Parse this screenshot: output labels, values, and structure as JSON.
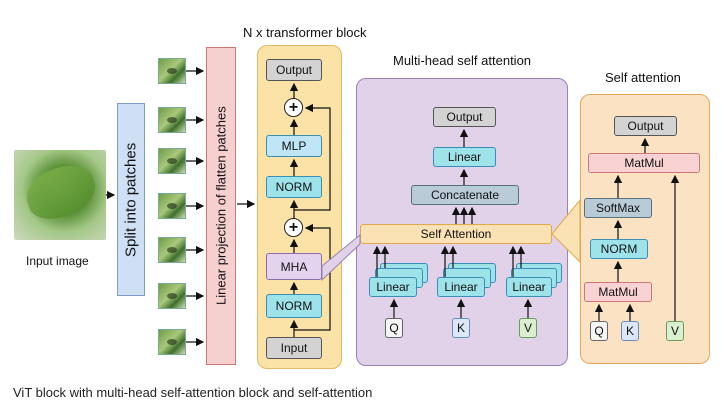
{
  "titles": {
    "transformer": "N x transformer block",
    "mhsa": "Multi-head self attention",
    "sa": "Self attention"
  },
  "input_label": "Input image",
  "split_label": "Split into patches",
  "projection_label": "Linear projection of flatten patches",
  "transformer_block": {
    "output": "Output",
    "mlp": "MLP",
    "norm_top": "NORM",
    "mha": "MHA",
    "norm_bottom": "NORM",
    "input": "Input",
    "plus": "+"
  },
  "mhsa": {
    "output": "Output",
    "linear": "Linear",
    "concatenate": "Concatenate",
    "self_attention": "Self Attention",
    "heads": [
      "Linear",
      "Linear",
      "Linear"
    ],
    "inputs": [
      "Q",
      "K",
      "V"
    ]
  },
  "sa": {
    "output": "Output",
    "matmul_top": "MatMul",
    "softmax": "SoftMax",
    "norm": "NORM",
    "matmul_bottom": "MatMul",
    "inputs": [
      "Q",
      "K",
      "V"
    ]
  },
  "caption": "ViT block with multi-head self-attention block and self-attention",
  "colors": {
    "transformer_panel": "#fbe2a6",
    "mhsa_panel": "#e1d2ea",
    "sa_panel": "#fbe2c2",
    "split_box": "#cfe0f5",
    "projection_box": "#f6cfcf"
  }
}
